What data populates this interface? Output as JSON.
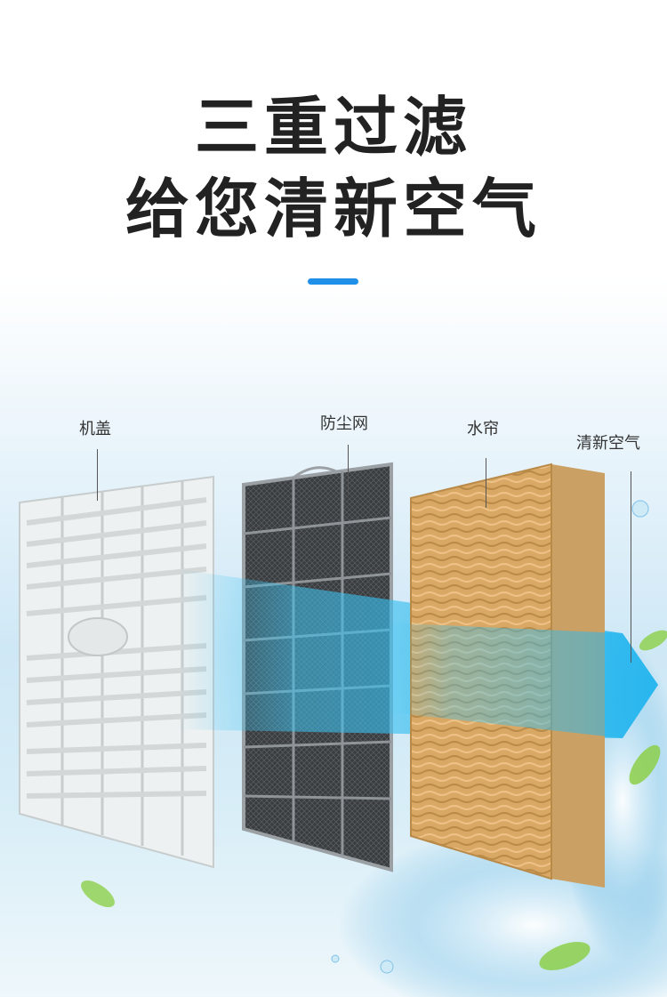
{
  "headline": {
    "line1": "三重过滤",
    "line2": "给您清新空气"
  },
  "layers": [
    {
      "label": "机盖"
    },
    {
      "label": "防尘网"
    },
    {
      "label": "水帘"
    },
    {
      "label": "清新空气"
    }
  ],
  "colors": {
    "accent": "#1f8fe8",
    "cover": "#eef1f1",
    "dust_net": "#3c3f42",
    "water_curtain": "#d9a865",
    "airflow": "#3fc3f0"
  }
}
